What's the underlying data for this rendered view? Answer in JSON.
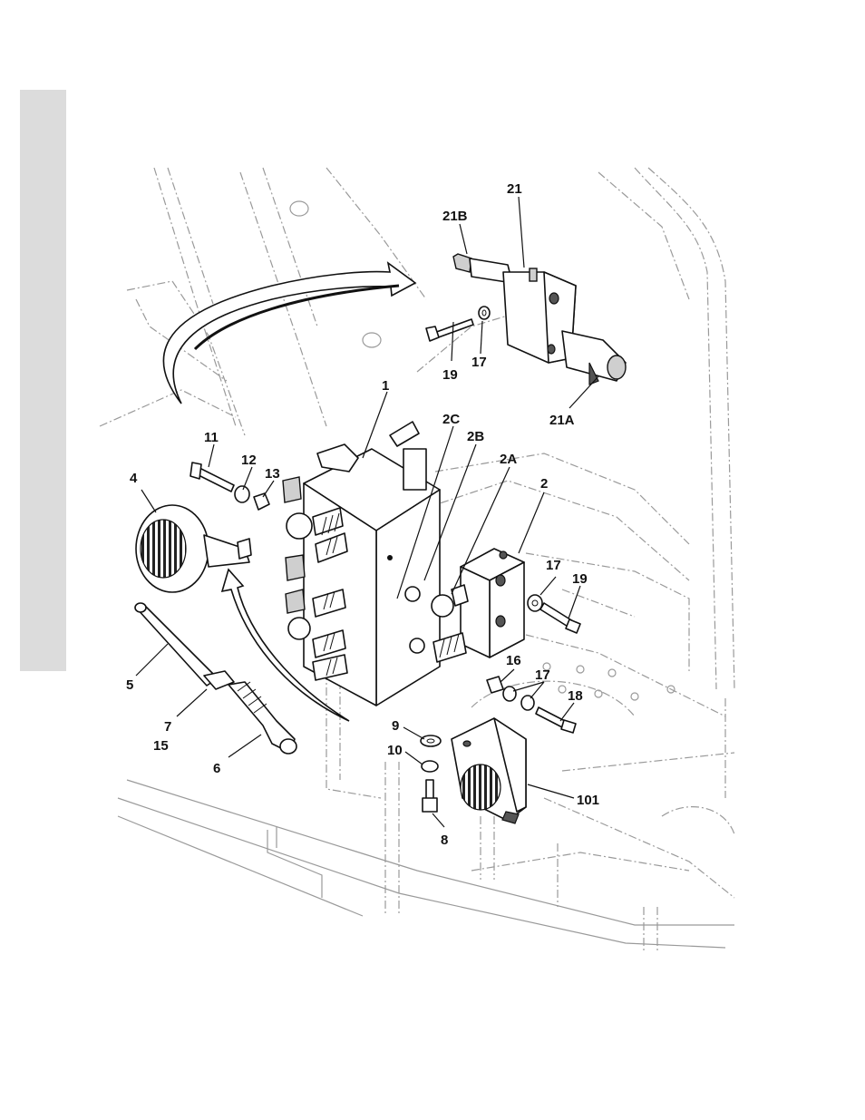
{
  "figure": {
    "callouts": [
      {
        "id": "c-1",
        "text": "1"
      },
      {
        "id": "c-2",
        "text": "2"
      },
      {
        "id": "c-2A",
        "text": "2A"
      },
      {
        "id": "c-2B",
        "text": "2B"
      },
      {
        "id": "c-2C",
        "text": "2C"
      },
      {
        "id": "c-4",
        "text": "4"
      },
      {
        "id": "c-5",
        "text": "5"
      },
      {
        "id": "c-6",
        "text": "6"
      },
      {
        "id": "c-7",
        "text": "7"
      },
      {
        "id": "c-15",
        "text": "15"
      },
      {
        "id": "c-8",
        "text": "8"
      },
      {
        "id": "c-9",
        "text": "9"
      },
      {
        "id": "c-10",
        "text": "10"
      },
      {
        "id": "c-11",
        "text": "11"
      },
      {
        "id": "c-12",
        "text": "12"
      },
      {
        "id": "c-13",
        "text": "13"
      },
      {
        "id": "c-16",
        "text": "16"
      },
      {
        "id": "c-17a",
        "text": "17"
      },
      {
        "id": "c-17b",
        "text": "17"
      },
      {
        "id": "c-17c",
        "text": "17"
      },
      {
        "id": "c-18",
        "text": "18"
      },
      {
        "id": "c-19a",
        "text": "19"
      },
      {
        "id": "c-19b",
        "text": "19"
      },
      {
        "id": "c-21",
        "text": "21"
      },
      {
        "id": "c-21A",
        "text": "21A"
      },
      {
        "id": "c-21B",
        "text": "21B"
      },
      {
        "id": "c-101",
        "text": "101"
      }
    ]
  }
}
